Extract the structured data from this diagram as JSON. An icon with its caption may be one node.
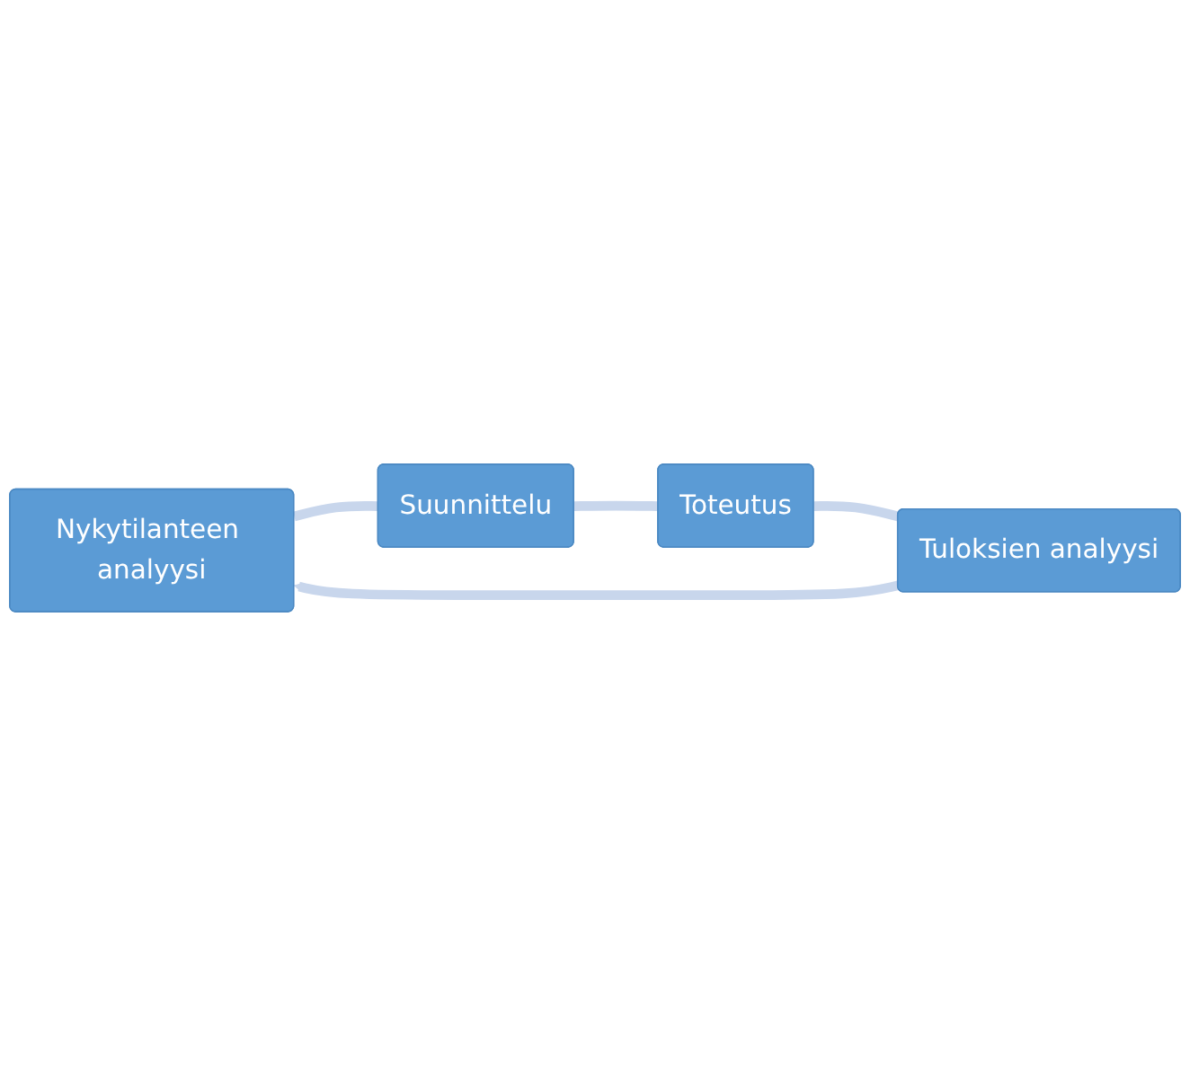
{
  "diagram": {
    "nodes": [
      {
        "text": [
          "Nykytilanteen analyysi"
        ]
      },
      {
        "text": [
          "Suunnittelu"
        ]
      },
      {
        "text": [
          "Toteutus"
        ]
      },
      {
        "text": [
          "Tuloksien analyysi"
        ]
      }
    ],
    "edges": [
      {
        "from": 0,
        "to": 1,
        "arrow": "none"
      },
      {
        "from": 1,
        "to": 2,
        "arrow": "none"
      },
      {
        "from": 2,
        "to": 3,
        "arrow": "none"
      },
      {
        "from": 3,
        "to": 0,
        "arrow": "to"
      }
    ]
  }
}
